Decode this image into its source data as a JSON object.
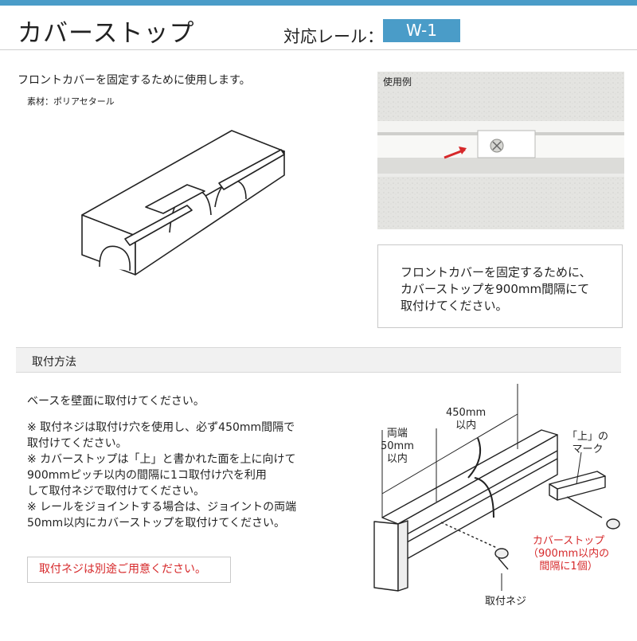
{
  "header": {
    "title": "カバーストップ",
    "rail_label": "対応レール：",
    "rail_model": "W-1",
    "accent_color": "#4a9cc8"
  },
  "product": {
    "description": "フロントカバーを固定するために使用します。",
    "material": "素材：ポリアセタール"
  },
  "photo": {
    "label": "使用例"
  },
  "info_box": {
    "lines": [
      "フロントカバーを固定するために、",
      "カバーストップを900mm間隔にて",
      "取付けてください。"
    ]
  },
  "install": {
    "section_title": "取付方法",
    "step": "ベースを壁面に取付けてください。",
    "notes": [
      "※ 取付ネジは取付け穴を使用し、必ず450mm間隔で",
      "   取付けてください。",
      "※ カバーストップは「上」と書かれた面を上に向けて",
      "   900mmピッチ以内の間隔に1コ取付け穴を利用",
      "   して取付ネジで取付けてください。",
      "※ レールをジョイントする場合は、ジョイントの両端",
      "   50mm以内にカバーストップを取付けてください。"
    ],
    "warning": "取付ネジは別途ご用意ください。",
    "warning_color": "#d6282a"
  },
  "diagram": {
    "dim_450_value": "450mm",
    "dim_450_note": "以内",
    "dim_50_label": "両端",
    "dim_50_value": "50mm",
    "dim_50_note": "以内",
    "mark_line1": "「上」の",
    "mark_line2": "マーク",
    "stop_line1": "カバーストップ",
    "stop_line2": "（900mm以内の",
    "stop_line3": "間隔に1個）",
    "screw_label": "取付ネジ"
  }
}
